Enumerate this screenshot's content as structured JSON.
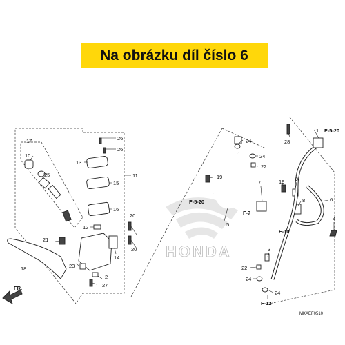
{
  "banner": {
    "text": "Na obrázku díl číslo 6",
    "color": "#ffd70a"
  },
  "watermark": "HONDA",
  "diagram_code": "MKAEF0510",
  "direction": "FR.",
  "callouts": {
    "c1": "1",
    "c2": "2",
    "c3": "3",
    "c4": "4",
    "c5": "5",
    "c6": "6",
    "c7": "7",
    "c8": "8",
    "c9": "9",
    "c10": "10",
    "c11": "11",
    "c12": "12",
    "c13": "13",
    "c14": "14",
    "c15": "15",
    "c16": "16",
    "c17": "17",
    "c18": "18",
    "c19a": "19",
    "c19b": "19",
    "c20a": "20",
    "c20b": "20",
    "c21": "21",
    "c22a": "22",
    "c22b": "22",
    "c23": "23",
    "c24a": "24",
    "c24b": "24",
    "c24c": "24",
    "c24d": "24",
    "c25": "25",
    "c26a": "26",
    "c26b": "26",
    "c27": "27",
    "c28": "28"
  },
  "refs": {
    "f520a": "F-5-20",
    "f520b": "F-5-20",
    "f7": "F-7",
    "f10": "F-10",
    "f12": "F-12"
  }
}
